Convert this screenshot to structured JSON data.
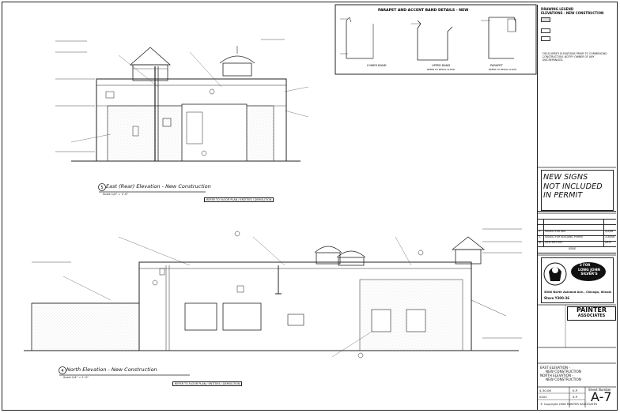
{
  "details": {
    "title": "PARAPET AND ACCENT BAND DETAILS - NEW",
    "items": [
      {
        "label": "LOWER BAND"
      },
      {
        "label": "UPPER BAND",
        "sub": "REFER TO DETAIL CLOUD"
      },
      {
        "label": "PARAPET",
        "sub": "REFER TO DETAIL CLOUD"
      }
    ]
  },
  "legend": {
    "title": "DRAWING LEGEND",
    "subtitle": "ELEVATIONS - NEW CONSTRUCTION",
    "note": "FIELD VERIFY ELEVATIONS PRIOR TO COMMENCING CONSTRUCTION. NOTIFY OWNER OF ANY DISCREPANCIES."
  },
  "notice": {
    "line1": "NEW SIGNS",
    "line2": "NOT INCLUDED",
    "line3": "IN PERMIT"
  },
  "revisions": {
    "rows": [
      {
        "no": "2.",
        "desc": "ISSUED FOR BID",
        "date": "2/2/06"
      },
      {
        "no": "1.",
        "desc": "ISSUED FOR BUILDING PERMIT",
        "date": "1/30/06"
      }
    ],
    "hdr_no": "NO.",
    "hdr_desc": "DESCRIPTION",
    "hdr_date": "DATE",
    "issue": "ISSUE"
  },
  "store": {
    "brand_top": "2 FOR",
    "brand_name": "LONG JOHN SILVER'S",
    "address": "5508 North Ashland Ave., Chicago, Illinois",
    "store_no": "Store Y300-36"
  },
  "firm": {
    "name1": "PAINTER",
    "name2": "ASSOCIATES"
  },
  "sheet": {
    "title1": "EAST ELEVATION -",
    "title2": "NEW CONSTRUCTION",
    "title3": "NORTH ELEVATION -",
    "title4": "NEW CONSTRUCTION",
    "sheet_label": "Sheet Number",
    "number": "A-7",
    "date": "4-30-06",
    "drawn_by": "K.P.",
    "job": "0202",
    "checked": "S.P.",
    "copyright": "© Copyright 2006 PAINTER ASSOCIATES"
  },
  "views": {
    "east": {
      "num": "5",
      "title": "East (Rear) Elevation - New Construction",
      "scale": "Scale 1/4\" = 1'-0\"",
      "ref": "REFER TO FLOOR PLAN / ENTITIES / DEMOLITION"
    },
    "north": {
      "num": "4",
      "title": "North Elevation - New Construction",
      "scale": "Scale 1/4\" = 1'-0\"",
      "ref": "REFER TO FLOOR PLAN / ENTITIES / DEMOLITION"
    }
  }
}
